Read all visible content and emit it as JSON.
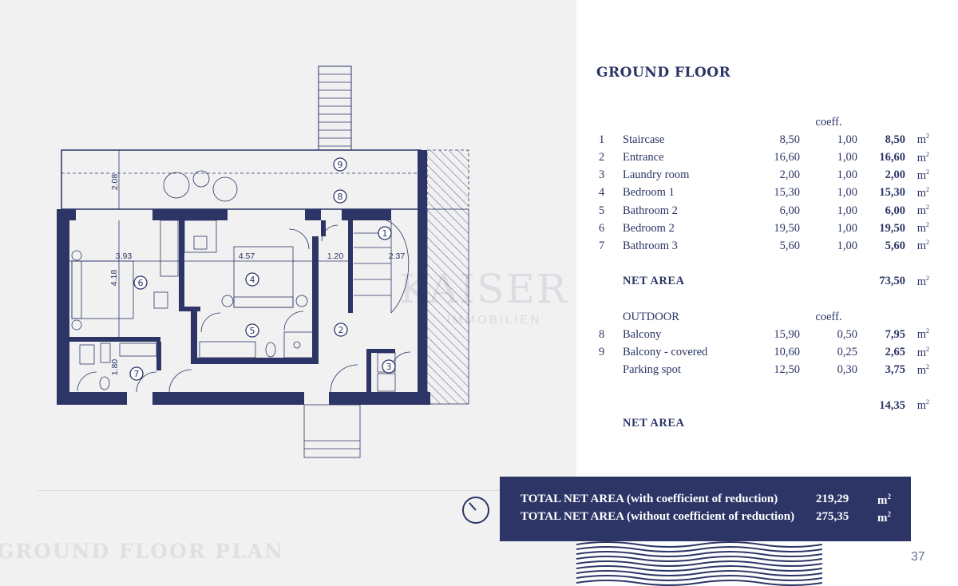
{
  "document": {
    "title": "GROUND FLOOR",
    "plan_caption": "GROUND FLOOR PLAN",
    "page_number": "37"
  },
  "watermark": {
    "brand": "KAISER",
    "sub": "IMMOBILIEN"
  },
  "plan": {
    "dimensions": [
      "2.08",
      "3.93",
      "4.18",
      "4.57",
      "1.20",
      "2.37",
      "1.80"
    ],
    "room_markers": [
      "1",
      "2",
      "3",
      "4",
      "5",
      "6",
      "7",
      "8",
      "9"
    ]
  },
  "rooms_table": {
    "coef_header": "coeff.",
    "indoor": [
      {
        "num": "1",
        "name": "Staircase",
        "area": "8,50",
        "coef": "1,00",
        "net": "8,50",
        "unit": "m"
      },
      {
        "num": "2",
        "name": "Entrance",
        "area": "16,60",
        "coef": "1,00",
        "net": "16,60",
        "unit": "m"
      },
      {
        "num": "3",
        "name": "Laundry room",
        "area": "2,00",
        "coef": "1,00",
        "net": "2,00",
        "unit": "m"
      },
      {
        "num": "4",
        "name": "Bedroom 1",
        "area": "15,30",
        "coef": "1,00",
        "net": "15,30",
        "unit": "m"
      },
      {
        "num": "5",
        "name": "Bathroom 2",
        "area": "6,00",
        "coef": "1,00",
        "net": "6,00",
        "unit": "m"
      },
      {
        "num": "6",
        "name": "Bedroom 2",
        "area": "19,50",
        "coef": "1,00",
        "net": "19,50",
        "unit": "m"
      },
      {
        "num": "7",
        "name": "Bathroom 3",
        "area": "5,60",
        "coef": "1,00",
        "net": "5,60",
        "unit": "m"
      }
    ],
    "indoor_net": {
      "label": "NET AREA",
      "value": "73,50",
      "unit": "m"
    },
    "outdoor_header": "OUTDOOR",
    "outdoor": [
      {
        "num": "8",
        "name": "Balcony",
        "area": "15,90",
        "coef": "0,50",
        "net": "7,95",
        "unit": "m"
      },
      {
        "num": "9",
        "name": "Balcony - covered",
        "area": "10,60",
        "coef": "0,25",
        "net": "2,65",
        "unit": "m"
      },
      {
        "num": "",
        "name": "Parking spot",
        "area": "12,50",
        "coef": "0,30",
        "net": "3,75",
        "unit": "m"
      }
    ],
    "outdoor_net": {
      "label": "NET AREA",
      "value": "14,35",
      "unit": "m"
    },
    "unit_sup": "2"
  },
  "totals": [
    {
      "label": "TOTAL NET AREA (with coefficient of reduction)",
      "value": "219,29",
      "unit": "m",
      "sup": "2"
    },
    {
      "label": "TOTAL NET AREA (without coefficient of reduction)",
      "value": "275,35",
      "unit": "m",
      "sup": "2"
    }
  ],
  "colors": {
    "navy": "#2c3566",
    "panel_gray": "#f1f1f1",
    "white": "#ffffff"
  }
}
